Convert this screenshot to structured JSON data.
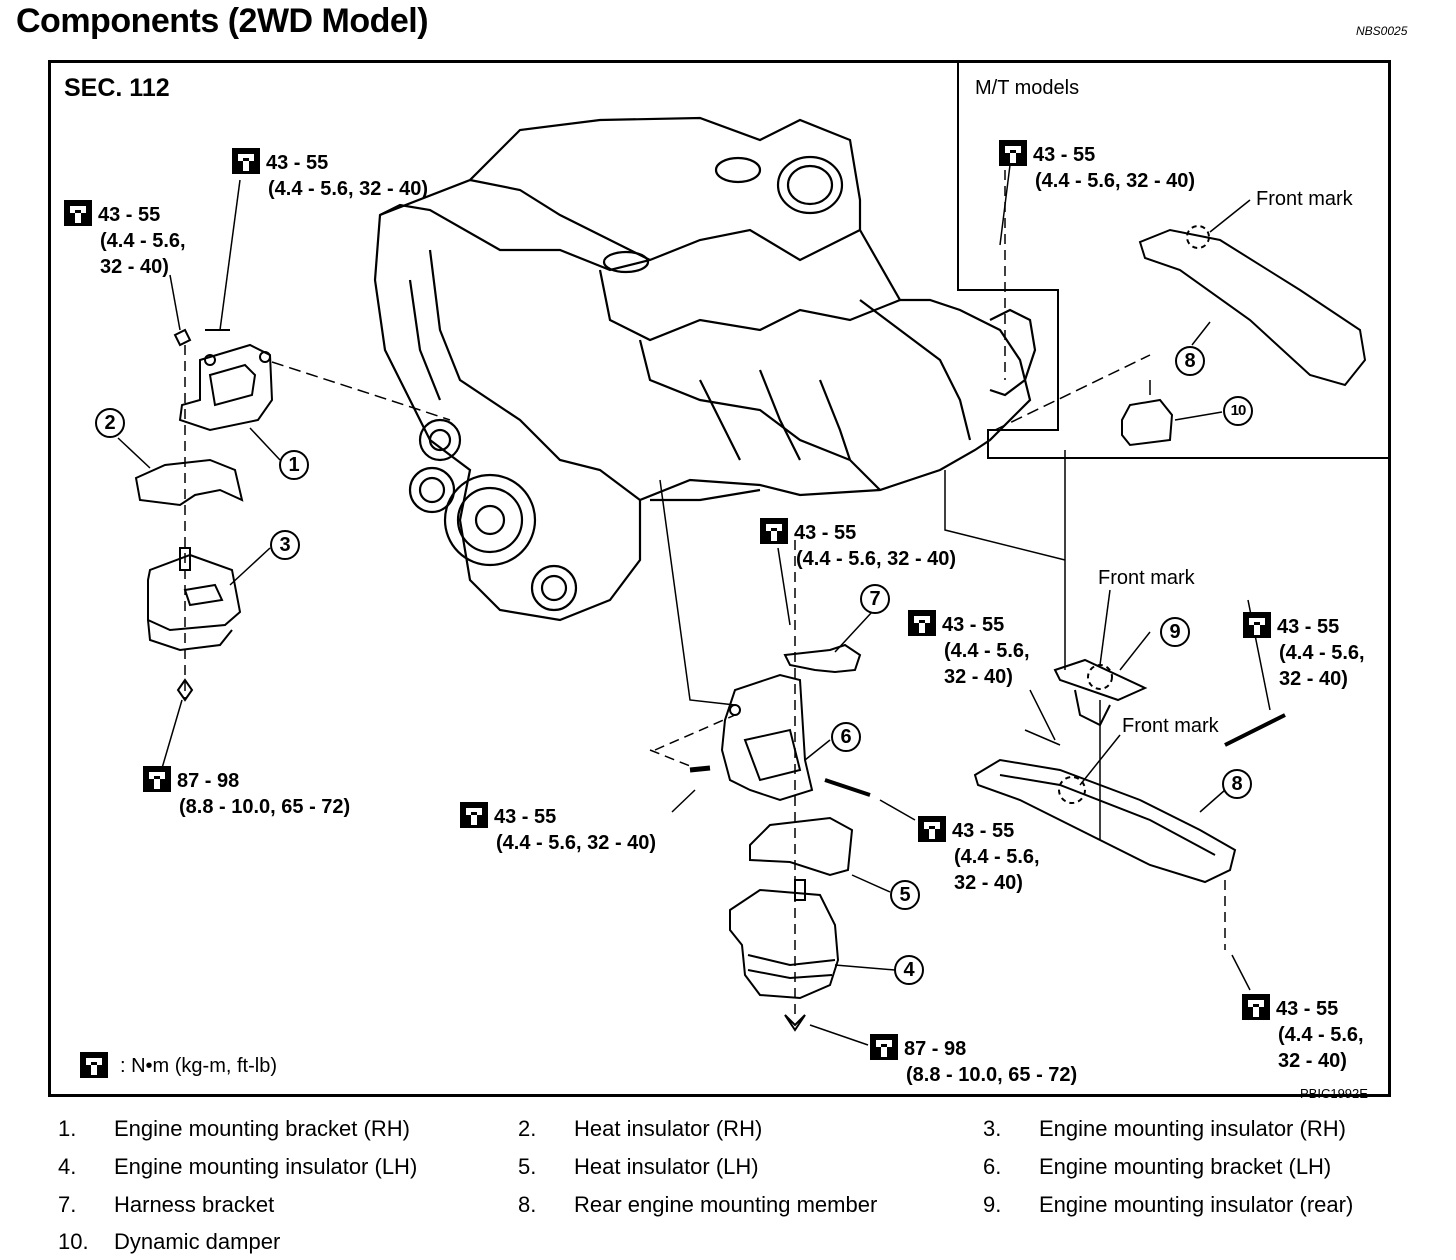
{
  "header": {
    "title": "Components (2WD Model)",
    "doc_id": "NBS0025"
  },
  "diagram": {
    "section": "SEC. 112",
    "mt_box_label": "M/T models",
    "figure_id": "PBIC1992E",
    "legend": {
      "icon": "torque-wrench-icon",
      "text": ": N•m  (kg-m,  ft-lb)"
    },
    "torque_labels": [
      {
        "id": "t1",
        "l1": "43 - 55",
        "l2": "(4.4 - 5.6, 32 - 40)"
      },
      {
        "id": "t2",
        "l1": "43 - 55",
        "l2": "(4.4 - 5.6,",
        "l3": "32 - 40)"
      },
      {
        "id": "t3",
        "l1": "87 - 98",
        "l2": "(8.8 - 10.0, 65 - 72)"
      },
      {
        "id": "t4",
        "l1": "43 - 55",
        "l2": "(4.4 - 5.6, 32 - 40)"
      },
      {
        "id": "t5",
        "l1": "43 - 55",
        "l2": "(4.4 - 5.6, 32 - 40)"
      },
      {
        "id": "t6",
        "l1": "43 - 55",
        "l2": "(4.4 - 5.6,",
        "l3": "32 - 40)"
      },
      {
        "id": "t7",
        "l1": "43 - 55",
        "l2": "(4.4 - 5.6,",
        "l3": "32 - 40)"
      },
      {
        "id": "t8",
        "l1": "43 - 55",
        "l2": "(4.4 - 5.6, 32 - 40)"
      },
      {
        "id": "t9",
        "l1": "43 - 55",
        "l2": "(4.4 - 5.6,",
        "l3": "32 - 40)"
      },
      {
        "id": "t10",
        "l1": "87 - 98",
        "l2": "(8.8 - 10.0, 65 - 72)"
      },
      {
        "id": "t11",
        "l1": "43 - 55",
        "l2": "(4.4 - 5.6,",
        "l3": "32 - 40)"
      }
    ],
    "front_mark_label": "Front mark",
    "callouts": [
      "1",
      "2",
      "3",
      "4",
      "5",
      "6",
      "7",
      "8",
      "9",
      "10",
      "8"
    ]
  },
  "parts_list": [
    {
      "num": "1.",
      "name": "Engine mounting bracket (RH)"
    },
    {
      "num": "2.",
      "name": "Heat insulator (RH)"
    },
    {
      "num": "3.",
      "name": "Engine mounting insulator (RH)"
    },
    {
      "num": "4.",
      "name": "Engine mounting insulator (LH)"
    },
    {
      "num": "5.",
      "name": "Heat insulator (LH)"
    },
    {
      "num": "6.",
      "name": "Engine mounting bracket (LH)"
    },
    {
      "num": "7.",
      "name": "Harness bracket"
    },
    {
      "num": "8.",
      "name": "Rear engine mounting member"
    },
    {
      "num": "9.",
      "name": "Engine mounting insulator (rear)"
    },
    {
      "num": "10.",
      "name": "Dynamic damper"
    }
  ]
}
